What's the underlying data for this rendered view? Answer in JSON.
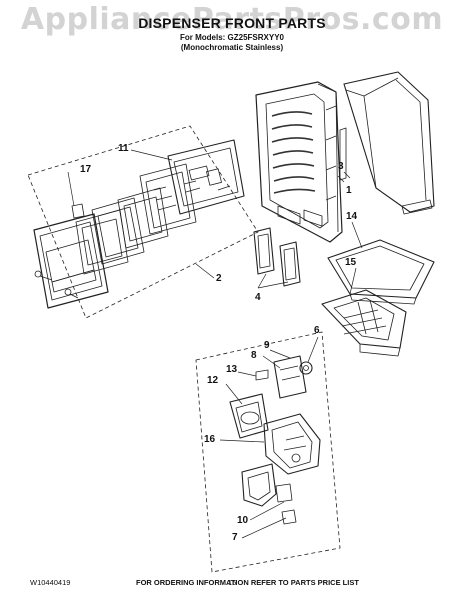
{
  "watermark": "AppliancePartsPros.com",
  "header": {
    "title": "DISPENSER FRONT PARTS",
    "model_line": "For Models: GZ25FSRXYY0",
    "variant_line": "(Monochromatic Stainless)"
  },
  "callouts": {
    "c1": "1",
    "c2": "2",
    "c3": "3",
    "c4": "4",
    "c6": "6",
    "c7": "7",
    "c8": "8",
    "c9": "9",
    "c10": "10",
    "c11": "11",
    "c12": "12",
    "c13": "13",
    "c14": "14",
    "c15": "15",
    "c16": "16",
    "c17": "17"
  },
  "footer": {
    "doc_number": "W10440419",
    "ordering_info": "FOR ORDERING INFORMATION REFER TO PARTS PRICE LIST",
    "page_number": "15"
  }
}
